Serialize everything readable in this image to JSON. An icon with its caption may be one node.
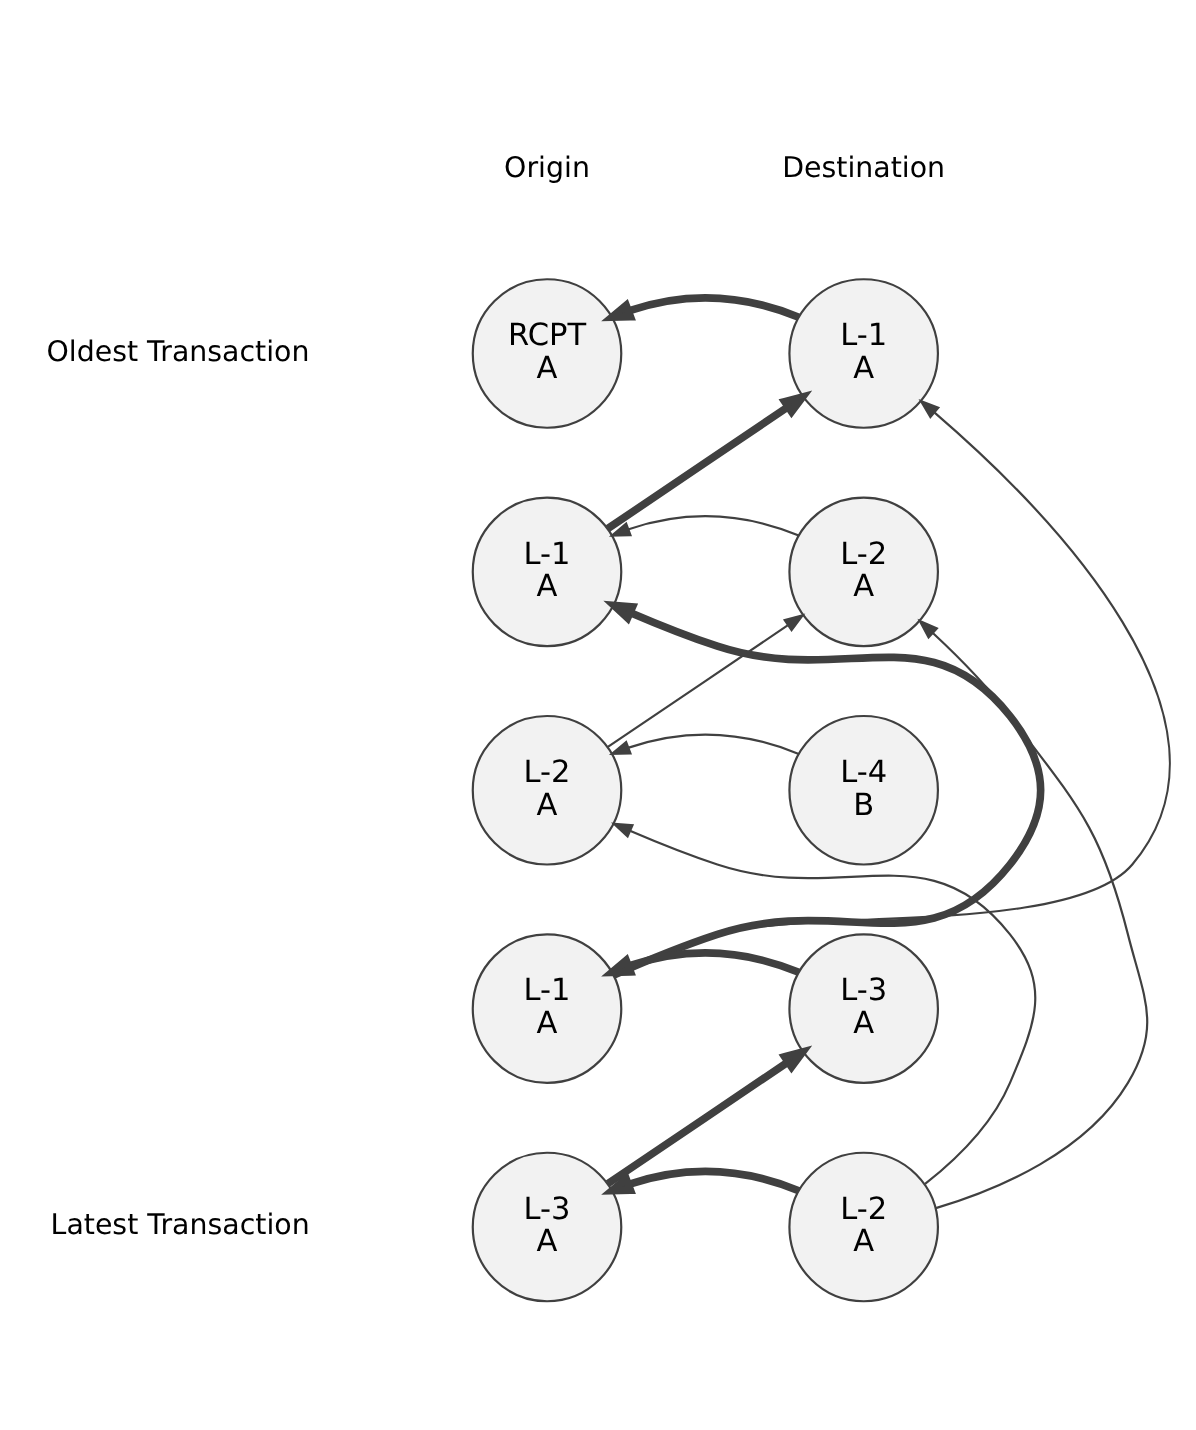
{
  "diagram": {
    "nodes": [
      {
        "text": [
          "RCPT",
          "A"
        ]
      },
      {
        "text": [
          "L-1",
          "A"
        ]
      },
      {
        "text": [
          "L-1",
          "A"
        ]
      },
      {
        "text": [
          "L-2",
          "A"
        ]
      },
      {
        "text": [
          "L-2",
          "A"
        ]
      },
      {
        "text": [
          "L-4",
          "B"
        ]
      },
      {
        "text": [
          "L-1",
          "A"
        ]
      },
      {
        "text": [
          "L-3",
          "A"
        ]
      },
      {
        "text": [
          "L-3",
          "A"
        ]
      },
      {
        "text": [
          "L-2",
          "A"
        ]
      }
    ],
    "edges": [
      {
        "from": 1,
        "to": 0,
        "arrow": "to",
        "style": "thick"
      },
      {
        "from": 2,
        "to": 1,
        "arrow": "to",
        "style": "thick"
      },
      {
        "from": 3,
        "to": 2,
        "arrow": "to"
      },
      {
        "from": 4,
        "to": 3,
        "arrow": "to"
      },
      {
        "from": 5,
        "to": 4,
        "arrow": "to"
      },
      {
        "from": 6,
        "to": 1,
        "arrow": "to"
      },
      {
        "from": 6,
        "to": 2,
        "arrow": "to",
        "style": "thick"
      },
      {
        "from": 7,
        "to": 6,
        "arrow": "to",
        "style": "thick"
      },
      {
        "from": 8,
        "to": 7,
        "arrow": "to",
        "style": "thick"
      },
      {
        "from": 9,
        "to": 8,
        "arrow": "to",
        "style": "thick"
      },
      {
        "from": 9,
        "to": 4,
        "arrow": "to"
      },
      {
        "from": 9,
        "to": 3,
        "arrow": "to"
      }
    ],
    "labels": [
      "Origin",
      "Destination",
      "Oldest Transaction",
      "Latest Transaction"
    ]
  }
}
